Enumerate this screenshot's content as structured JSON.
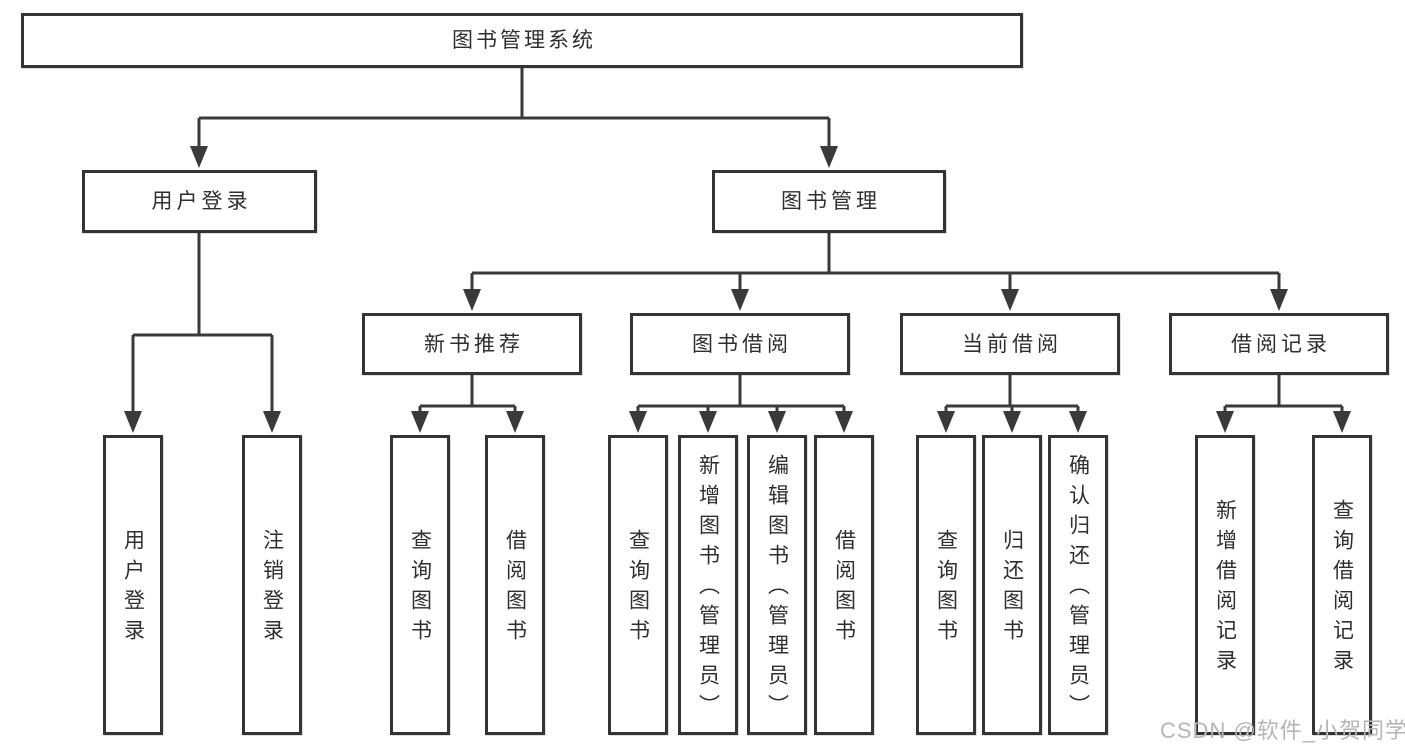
{
  "diagram_title": "图书管理系统",
  "tree": {
    "root": {
      "label": "图书管理系统",
      "children": [
        {
          "label": "用户登录",
          "children": [
            {
              "label": "用户登录"
            },
            {
              "label": "注销登录"
            }
          ]
        },
        {
          "label": "图书管理",
          "children": [
            {
              "label": "新书推荐",
              "children": [
                {
                  "label": "查询图书"
                },
                {
                  "label": "借阅图书"
                }
              ]
            },
            {
              "label": "图书借阅",
              "children": [
                {
                  "label": "查询图书"
                },
                {
                  "label": "新增图书（管理员）"
                },
                {
                  "label": "编辑图书（管理员）"
                },
                {
                  "label": "借阅图书"
                }
              ]
            },
            {
              "label": "当前借阅",
              "children": [
                {
                  "label": "查询图书"
                },
                {
                  "label": "归还图书"
                },
                {
                  "label": "确认归还（管理员）"
                }
              ]
            },
            {
              "label": "借阅记录",
              "children": [
                {
                  "label": "新增借阅记录"
                },
                {
                  "label": "查询借阅记录"
                }
              ]
            }
          ]
        }
      ]
    }
  },
  "watermark": {
    "text": "CSDN @软件_小贺同学"
  },
  "colors": {
    "line": "#3a3a3a",
    "box_border": "#343434",
    "text": "#2f2f2f",
    "background": "#ffffff",
    "watermark": "#b5b5b8"
  }
}
